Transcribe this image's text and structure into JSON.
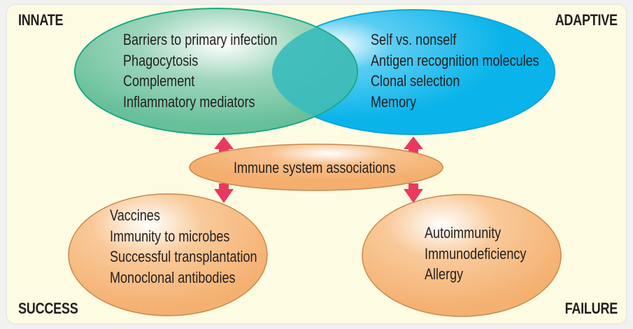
{
  "corners": {
    "top_left": "INNATE",
    "top_right": "ADAPTIVE",
    "bottom_left": "SUCCESS",
    "bottom_right": "FAILURE"
  },
  "innate": {
    "items": [
      "Barriers to primary infection",
      "Phagocytosis",
      "Complement",
      "Inflammatory mediators"
    ],
    "color": "#6cc39c"
  },
  "adaptive": {
    "items": [
      "Self vs. nonself",
      "Antigen recognition molecules",
      "Clonal selection",
      "Memory"
    ],
    "color": "#0eb7ec"
  },
  "center": {
    "label": "Immune system associations",
    "color": "#f6b47a"
  },
  "success": {
    "items": [
      "Vaccines",
      "Immunity to microbes",
      "Successful transplantation",
      "Monoclonal antibodies"
    ],
    "color": "#f6b47a"
  },
  "failure": {
    "items": [
      "Autoimmunity",
      "Immunodeficiency",
      "Allergy"
    ],
    "color": "#f6b47a"
  },
  "arrow_color": "#e8395f",
  "overlap_color": "#3bbcbc"
}
